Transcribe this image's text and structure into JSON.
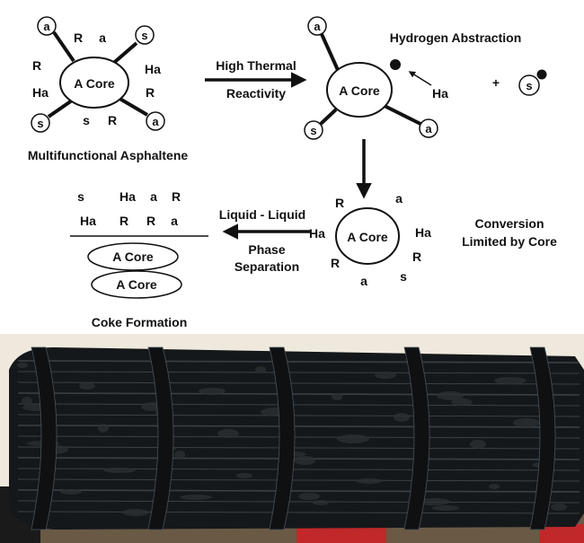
{
  "colors": {
    "ink": "#111111",
    "background": "#ffffff",
    "photo_background": "#efe9dd",
    "tube": "#15181b",
    "tube_highlight": "#4a5257",
    "baffle": "#0e1012",
    "deposit": "#2b2f31",
    "ground": "#6a5a45",
    "equipment_red": "#c0282a"
  },
  "icons": {
    "radical_dot": "filled-circle",
    "arrow": "line-arrow"
  },
  "labels": {
    "a": "a",
    "s": "s",
    "R": "R",
    "Ha": "Ha",
    "core": "A Core",
    "plus": "+"
  },
  "top_left": {
    "caption": "Multifunctional Asphaltene"
  },
  "arrow_right": {
    "line1": "High Thermal",
    "line2": "Reactivity"
  },
  "top_right": {
    "title": "Hydrogen Abstraction"
  },
  "middle_right": {
    "caption_line1": "Conversion",
    "caption_line2": "Limited by Core"
  },
  "arrow_left": {
    "line1": "Liquid -  Liquid",
    "line2": "Phase",
    "line3": "Separation"
  },
  "bottom_left": {
    "caption": "Coke Formation"
  }
}
